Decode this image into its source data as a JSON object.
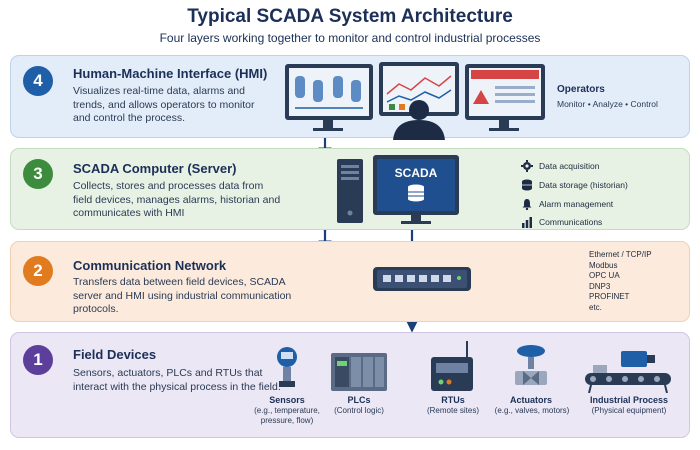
{
  "header": {
    "title": "Typical SCADA System Architecture",
    "subtitle": "Four layers working together to monitor and control industrial processes"
  },
  "layers": [
    {
      "number": "4",
      "title": "Human-Machine Interface (HMI)",
      "description": "Visualizes real-time data, alarms and trends, and allows operators to monitor and control the process.",
      "color": "#1f5fa8",
      "side_title": "Operators",
      "side_sub": "Monitor • Analyze • Control"
    },
    {
      "number": "3",
      "title": "SCADA Computer (Server)",
      "description": "Collects, stores and processes data from field devices, manages alarms, historian and communicates with HMI",
      "color": "#3d8b3d",
      "screen_label": "SCADA",
      "features": [
        "Data acquisition",
        "Data storage (historian)",
        "Alarm management",
        "Communications"
      ],
      "feature_icons": [
        "gear-icon",
        "database-icon",
        "bell-icon",
        "bar-chart-icon"
      ]
    },
    {
      "number": "2",
      "title": "Communication Network",
      "description": "Transfers data between field devices, SCADA server and HMI using industrial communication protocols.",
      "color": "#e07b1f",
      "protocols": [
        "Ethernet / TCP/IP",
        "Modbus",
        "OPC UA",
        "DNP3",
        "PROFINET",
        "etc."
      ]
    },
    {
      "number": "1",
      "title": "Field Devices",
      "description": "Sensors, actuators, PLCs and RTUs that interact with the physical process in the field.",
      "color": "#5b3f9a",
      "devices": [
        {
          "name": "Sensors",
          "sub": "(e.g., temperature, pressure, flow)"
        },
        {
          "name": "PLCs",
          "sub": "(Control logic)"
        },
        {
          "name": "RTUs",
          "sub": "(Remote sites)"
        },
        {
          "name": "Actuators",
          "sub": "(e.g., valves, motors)"
        },
        {
          "name": "Industrial Process",
          "sub": "(Physical equipment)"
        }
      ]
    }
  ]
}
